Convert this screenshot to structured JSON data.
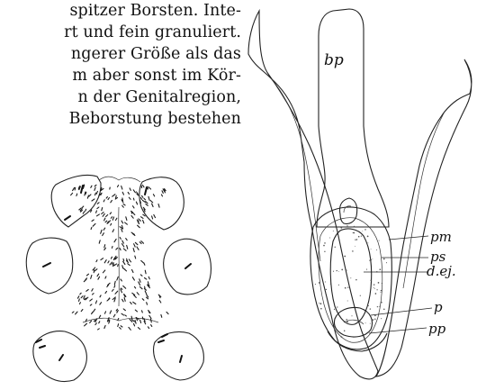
{
  "text_lines": [
    "spitzer Borsten. Inte-",
    "rt und fein granuliert.",
    "ngerer Größe als das",
    "m aber sonst im Kör-",
    "n der Genitalregion,",
    "Beborstung bestehen"
  ],
  "figure_labels": {
    "bp": "bp",
    "pm": "pm",
    "ps": "ps",
    "dej": "d.ej.",
    "p": "p",
    "pp": "pp"
  }
}
